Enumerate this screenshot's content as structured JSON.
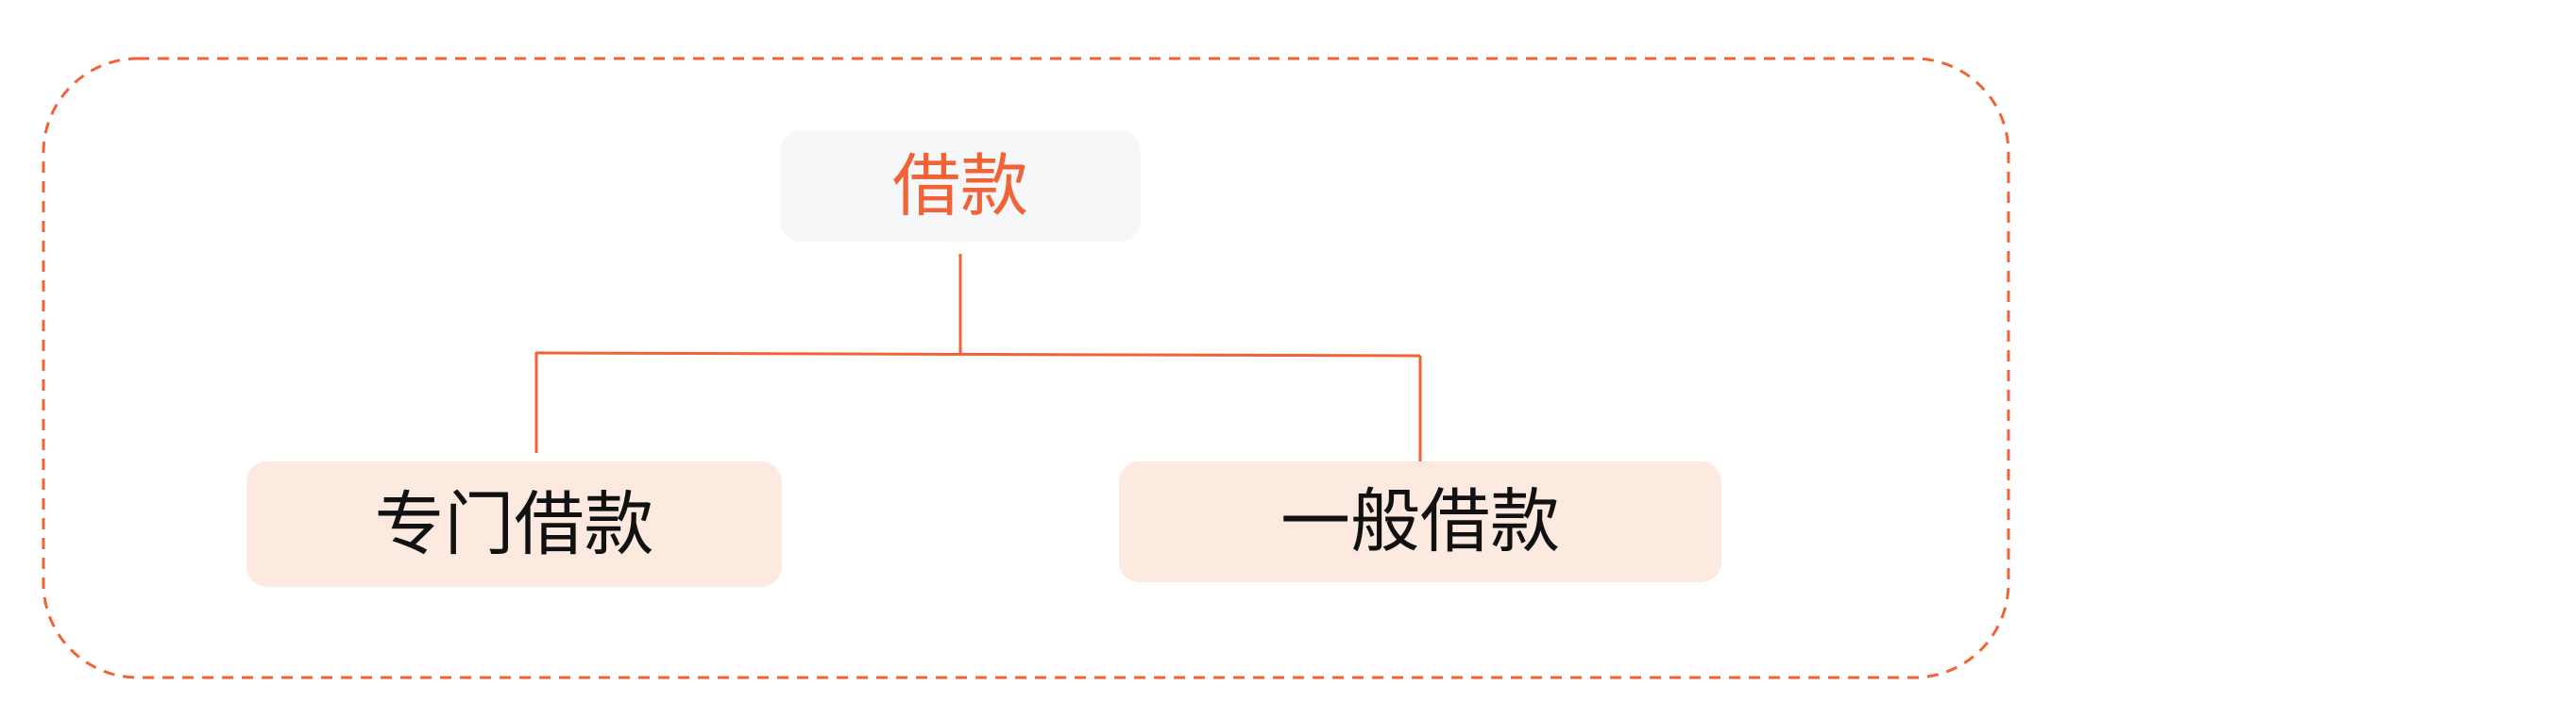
{
  "diagram": {
    "type": "tree",
    "colors": {
      "accent": "#F26236",
      "root_fill": "#F6F7F9",
      "child_fill": "#FCE9DF",
      "child_text": "#111111",
      "background": "#FFFFFF"
    },
    "root": {
      "label": "借款"
    },
    "children": [
      {
        "label": "专门借款"
      },
      {
        "label": "一般借款"
      }
    ]
  }
}
